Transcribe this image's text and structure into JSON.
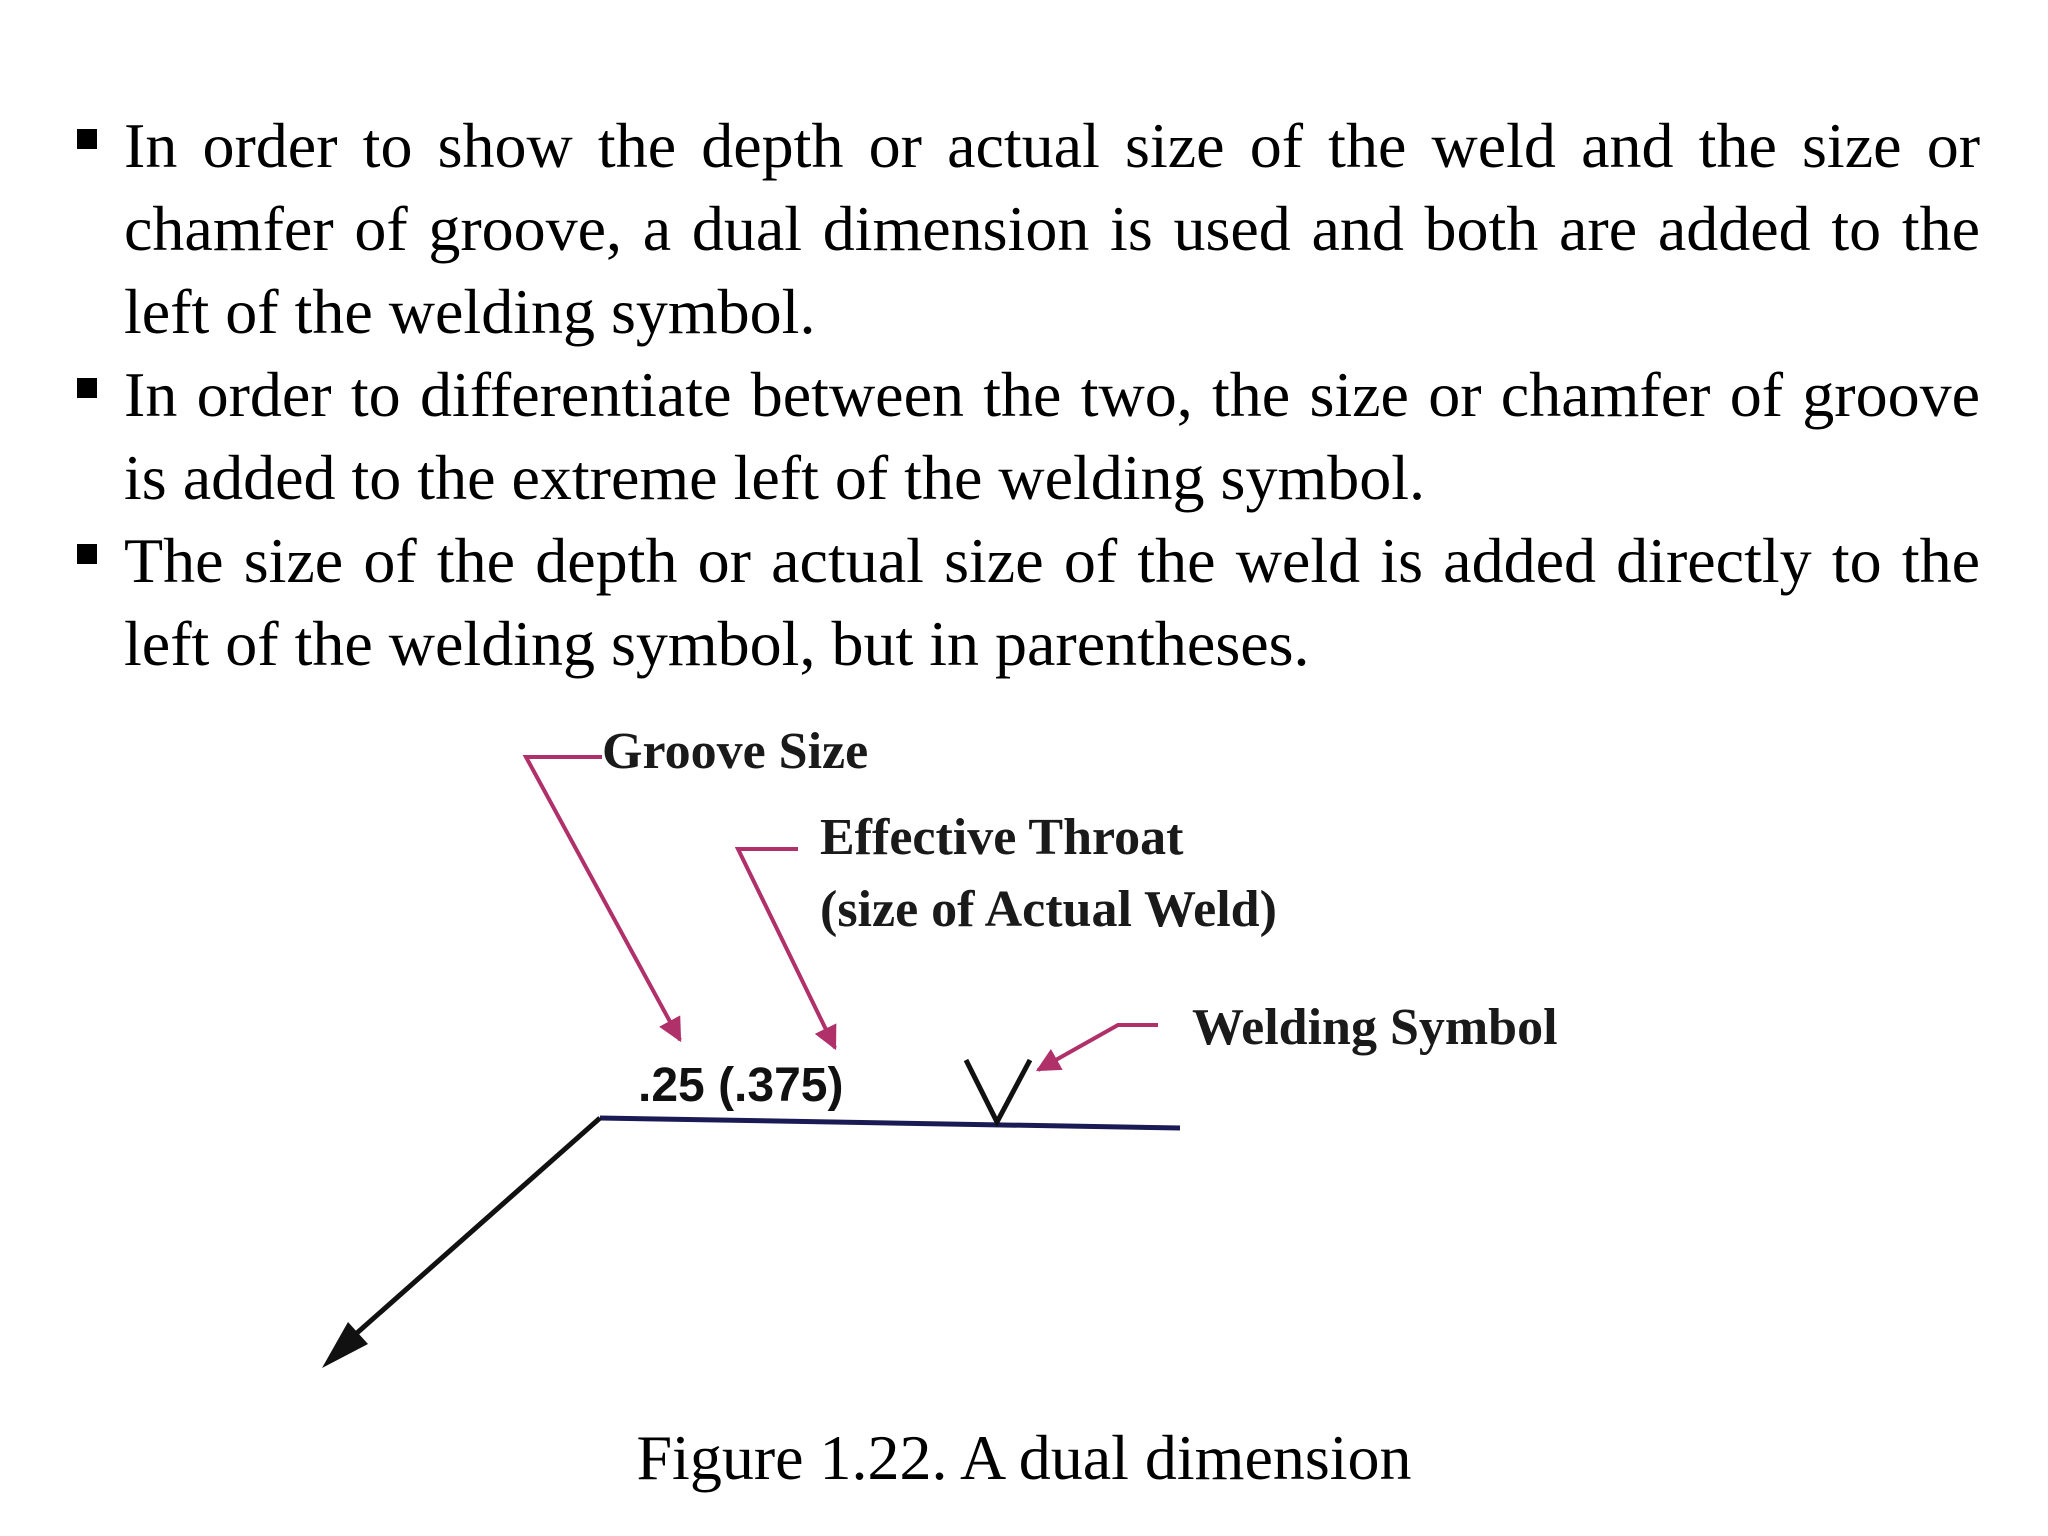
{
  "bullets": [
    "In order to show the depth or actual size of the weld and the size or chamfer of groove, a dual dimension is used and both are added to the left of the welding symbol.",
    "In order to differentiate between the two, the size or chamfer of groove is added to the extreme left of the welding symbol.",
    "The size of the depth or actual size of the weld is added directly to the left of the welding symbol, but in parentheses."
  ],
  "diagram": {
    "labels": {
      "groove_size": "Groove Size",
      "effective_throat": "Effective Throat",
      "actual_weld": "(size of Actual Weld)",
      "welding_symbol": "Welding Symbol"
    },
    "dimension_text": ".25 (.375)",
    "colors": {
      "leader": "#b0306a",
      "reference_line": "#1a1a55",
      "arrow": "#111111"
    }
  },
  "caption": "Figure 1.22. A dual dimension"
}
